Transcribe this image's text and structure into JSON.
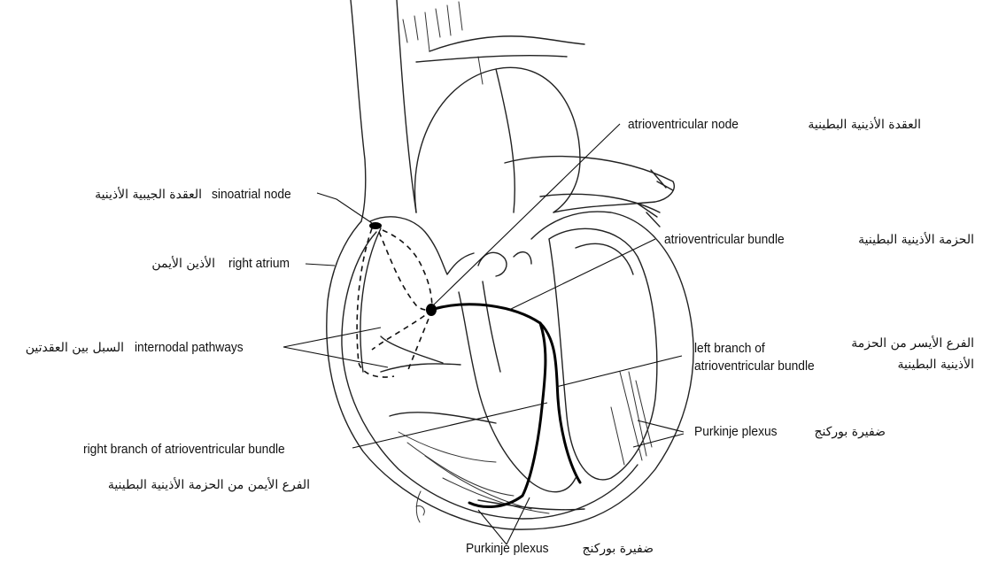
{
  "labels": {
    "av_node_en": "atrioventricular node",
    "av_node_ar": "العقدة الأذينية البطينية",
    "sa_node_en": "sinoatrial node",
    "sa_node_ar": "العقدة الجيبية الأذينية",
    "av_bundle_en": "atrioventricular bundle",
    "av_bundle_ar": "الحزمة الأذينية البطينية",
    "right_atrium_en": "right atrium",
    "right_atrium_ar": "الأذين الأيمن",
    "internodal_en": "internodal pathways",
    "internodal_ar": "السبل بين العقدتين",
    "left_branch_en_1": "left branch of",
    "left_branch_en_2": "atrioventricular bundle",
    "left_branch_ar_1": "الفرع الأيسر من الحزمة",
    "left_branch_ar_2": "الأذينية البطينية",
    "purkinje_right_en": "Purkinje plexus",
    "purkinje_right_ar": "ضفيرة بوركنج",
    "right_branch_en": "right branch of atrioventricular bundle",
    "right_branch_ar": "الفرع الأيمن من الحزمة الأذينية البطينية",
    "purkinje_bottom_en": "Purkinje plexus",
    "purkinje_bottom_ar": "ضفيرة بوركنج"
  }
}
